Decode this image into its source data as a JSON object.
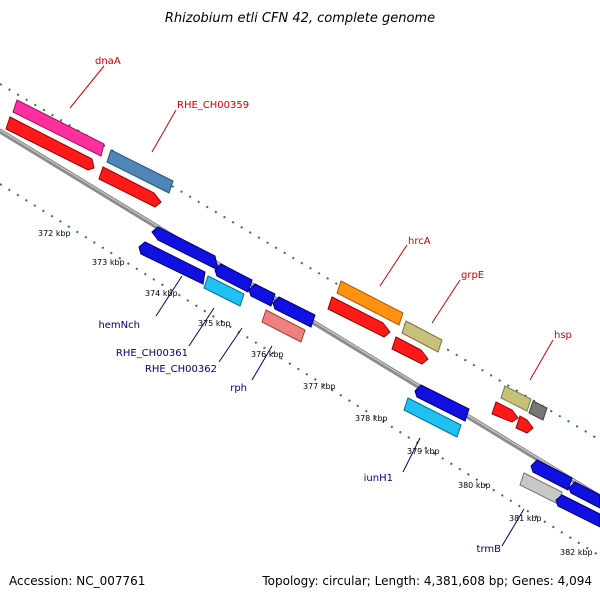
{
  "title": "Rhizobium etli CFN 42, complete genome",
  "footer": {
    "accession": "Accession: NC_007761",
    "topology": "Topology: circular; Length: 4,381,608 bp; Genes: 4,094"
  },
  "colors": {
    "backbone": "#8c8c8c",
    "tick": "#2e7d2e",
    "label_forward": "#cc0000",
    "label_reverse": "#00007a"
  },
  "kbp_labels": [
    "372 kbp",
    "373 kbp",
    "374 kbp",
    "375 kbp",
    "376 kbp",
    "377 kbp",
    "378 kbp",
    "379 kbp",
    "380 kbp",
    "381 kbp",
    "382 kbp"
  ],
  "genes": {
    "forward": [
      "dnaA",
      "RHE_CH00359",
      "hrcA",
      "grpE",
      "hsp"
    ],
    "reverse": [
      "hemNch",
      "RHE_CH00361",
      "RHE_CH00362",
      "rph",
      "iunH1",
      "trmB"
    ]
  }
}
